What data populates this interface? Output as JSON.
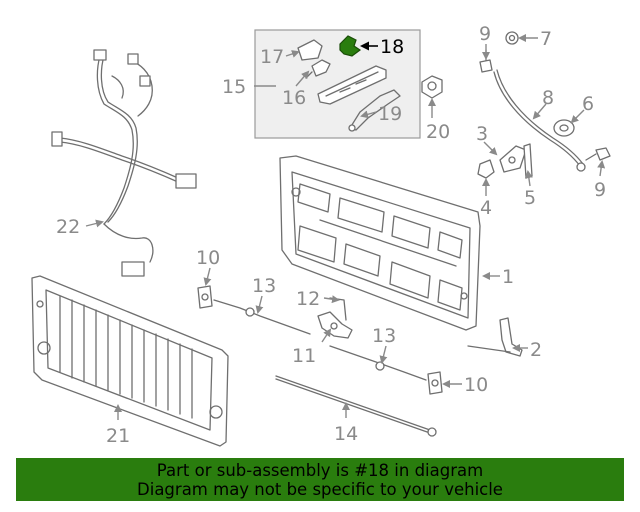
{
  "labels": {
    "n1": "1",
    "n2": "2",
    "n3": "3",
    "n4": "4",
    "n5": "5",
    "n6": "6",
    "n7": "7",
    "n8": "8",
    "n9a": "9",
    "n9b": "9",
    "n10a": "10",
    "n10b": "10",
    "n11": "11",
    "n12": "12",
    "n13a": "13",
    "n13b": "13",
    "n14": "14",
    "n15": "15",
    "n16": "16",
    "n17": "17",
    "n18": "18",
    "n19": "19",
    "n20": "20",
    "n21": "21",
    "n22": "22"
  },
  "highlighted_part": "18",
  "colors": {
    "highlight": "#2a7d0e",
    "banner": "#2a7d0e",
    "line": "#6f6f6f",
    "label": "#8a8a8a"
  },
  "banner": {
    "line1": "Part or sub-assembly is #18 in diagram",
    "line2": "Diagram may not be specific to your vehicle"
  }
}
